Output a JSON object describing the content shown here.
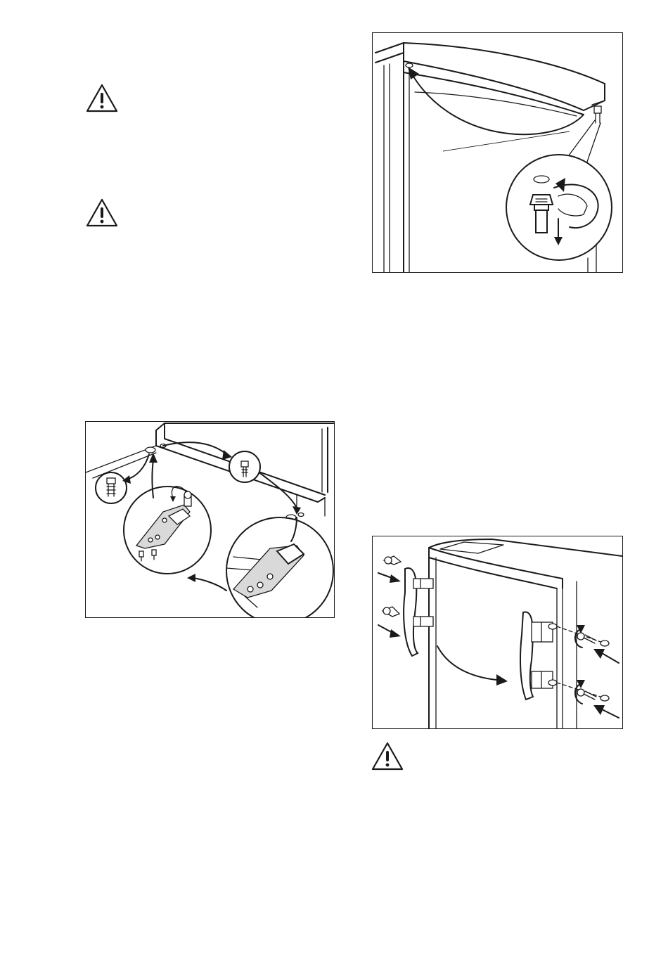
{
  "warnings": [
    {
      "id": "warning-1",
      "icon": "warning-triangle-icon"
    },
    {
      "id": "warning-2",
      "icon": "warning-triangle-icon"
    },
    {
      "id": "warning-3",
      "icon": "warning-triangle-icon"
    }
  ],
  "figures": [
    {
      "id": "figure-top-hinge-pin",
      "icon": "hinge-pin-removal-illustration"
    },
    {
      "id": "figure-bottom-hinge-transfer",
      "icon": "bottom-hinge-relocation-illustration"
    },
    {
      "id": "figure-handle-relocation",
      "icon": "door-handle-relocation-illustration"
    }
  ],
  "colors": {
    "ink": "#1a1a1a",
    "paper": "#ffffff",
    "shade": "#d9d9d9"
  }
}
